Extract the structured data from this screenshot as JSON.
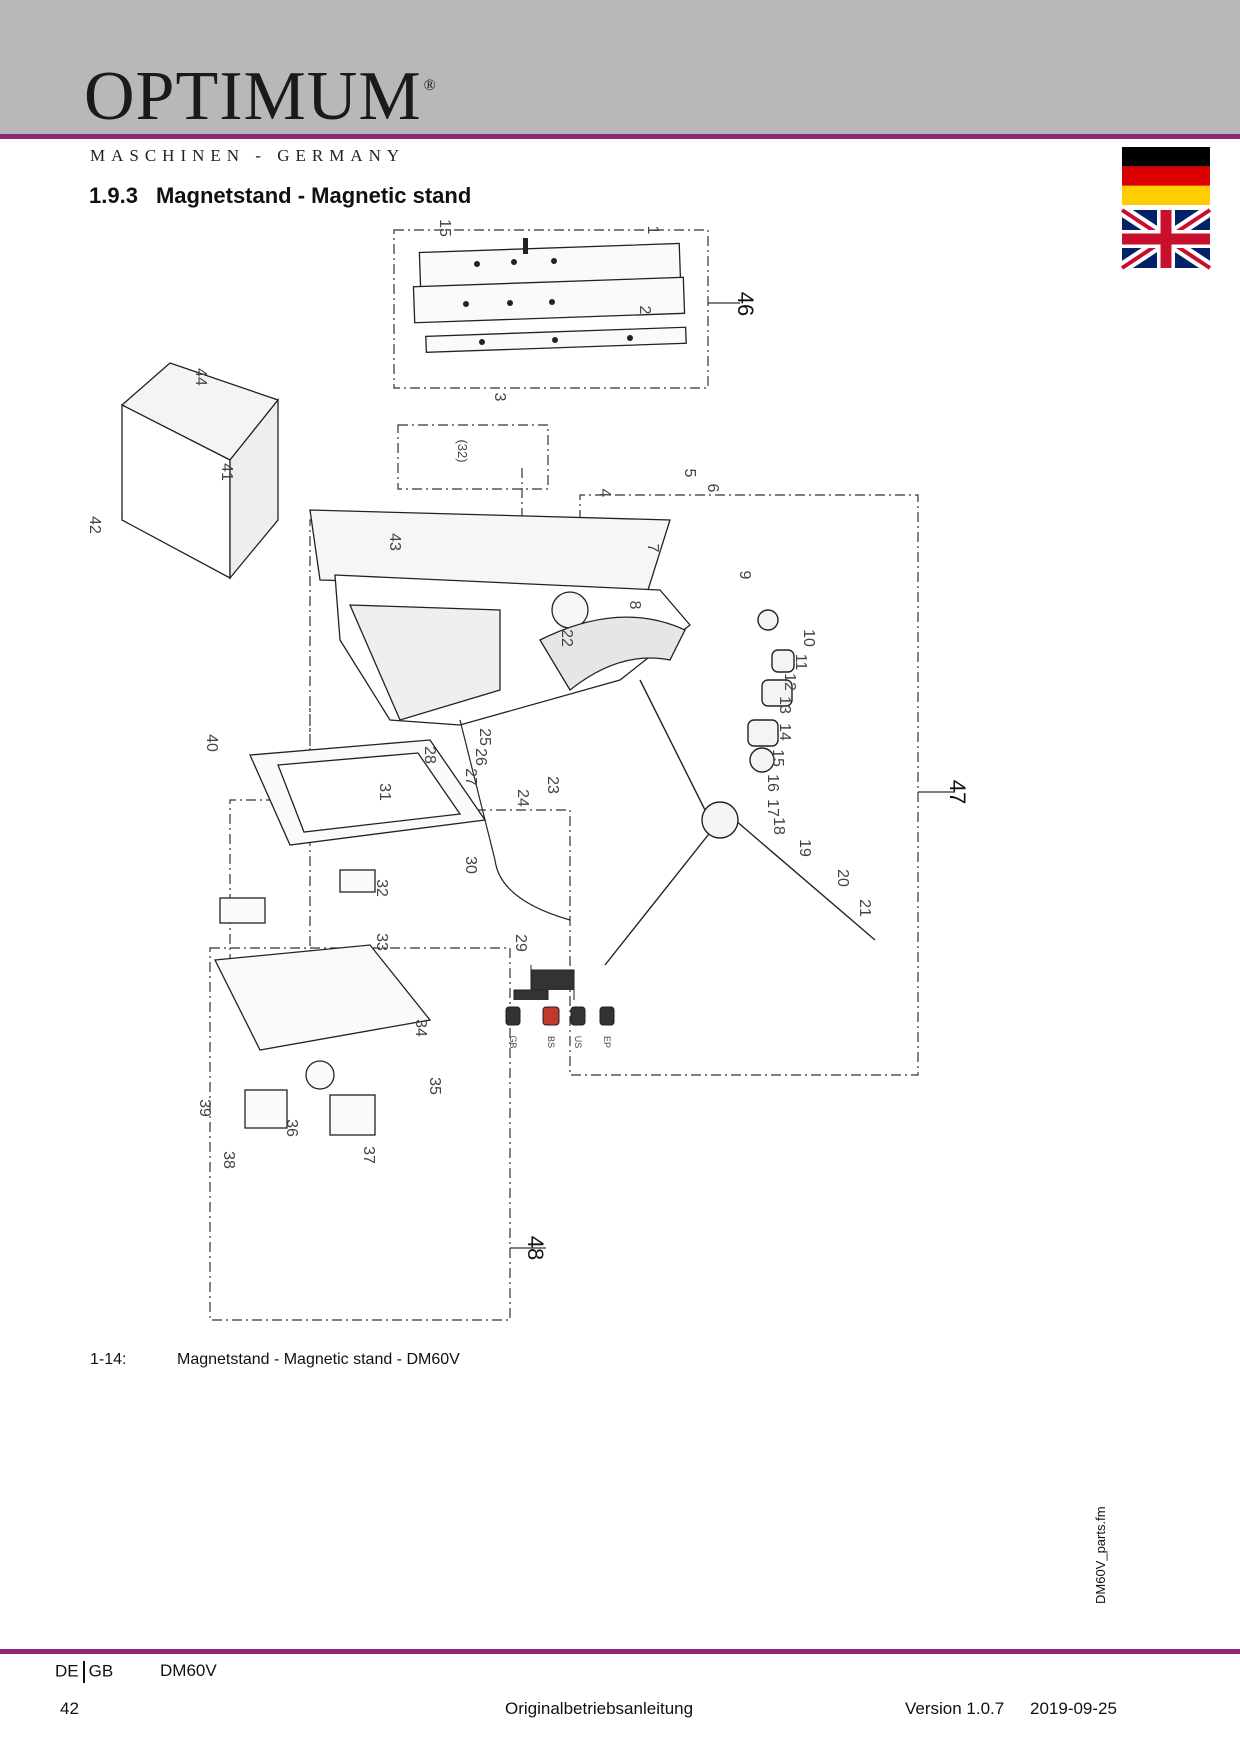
{
  "header": {
    "logo_text": "OPTIMUM",
    "logo_mark": "®",
    "tagline": "MASCHINEN - GERMANY",
    "band_color": "#b8b8b8",
    "rule_color": "#8a2a78"
  },
  "section": {
    "number": "1.9.3",
    "title": "Magnetstand - Magnetic stand"
  },
  "flags": [
    {
      "name": "germany-flag-icon"
    },
    {
      "name": "uk-flag-icon"
    }
  ],
  "figure": {
    "part_numbers": [
      "1",
      "2",
      "3",
      "4",
      "5",
      "6",
      "7",
      "8",
      "9",
      "10",
      "11",
      "12",
      "13",
      "14",
      "15",
      "16",
      "17",
      "18",
      "19",
      "20",
      "21",
      "22",
      "23",
      "24",
      "25",
      "26",
      "27",
      "28",
      "29",
      "30",
      "31",
      "32",
      "33",
      "34",
      "35",
      "36",
      "37",
      "38",
      "39",
      "40",
      "41",
      "42",
      "43",
      "44",
      "15"
    ],
    "group_labels": [
      "46",
      "47",
      "48"
    ],
    "sub_label": "(32)",
    "plug_labels": [
      "GB",
      "BS",
      "US",
      "EP"
    ]
  },
  "caption": {
    "number": "1-14:",
    "text": "Magnetstand - Magnetic stand - DM60V"
  },
  "side_filename": "DM60V_parts.fm",
  "footer": {
    "lang_de": "DE",
    "lang_gb": "GB",
    "model": "DM60V",
    "page": "42",
    "doc": "Originalbetriebsanleitung",
    "version": "Version 1.0.7",
    "date": "2019-09-25"
  }
}
